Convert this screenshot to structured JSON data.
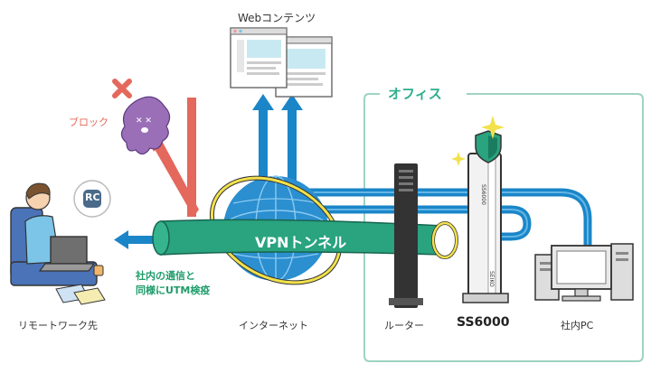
{
  "labels": {
    "web_contents": "Webコンテンツ",
    "office": "オフィス",
    "block": "ブロック",
    "vpn_tunnel": "VPNトンネル",
    "utm_note_line1": "社内の通信と",
    "utm_note_line2": "同様にUTM検疫",
    "remote_work": "リモートワーク先",
    "internet": "インターネット",
    "router": "ルーター",
    "ss6000": "SS6000",
    "office_pc": "社内PC",
    "rc_badge": "RC",
    "device_vertical_text": "SS6000",
    "device_brand": "SEIKO"
  },
  "colors": {
    "office_frame": "#9fd3c3",
    "office_title": "#2fae8f",
    "tunnel": "#2aa37f",
    "pipe_blue": "#1a86c8",
    "block_red": "#e4685c",
    "globe_blue": "#2b8fd0",
    "orbit_yellow": "#f2e14a",
    "note_green": "#1f9c6a"
  }
}
